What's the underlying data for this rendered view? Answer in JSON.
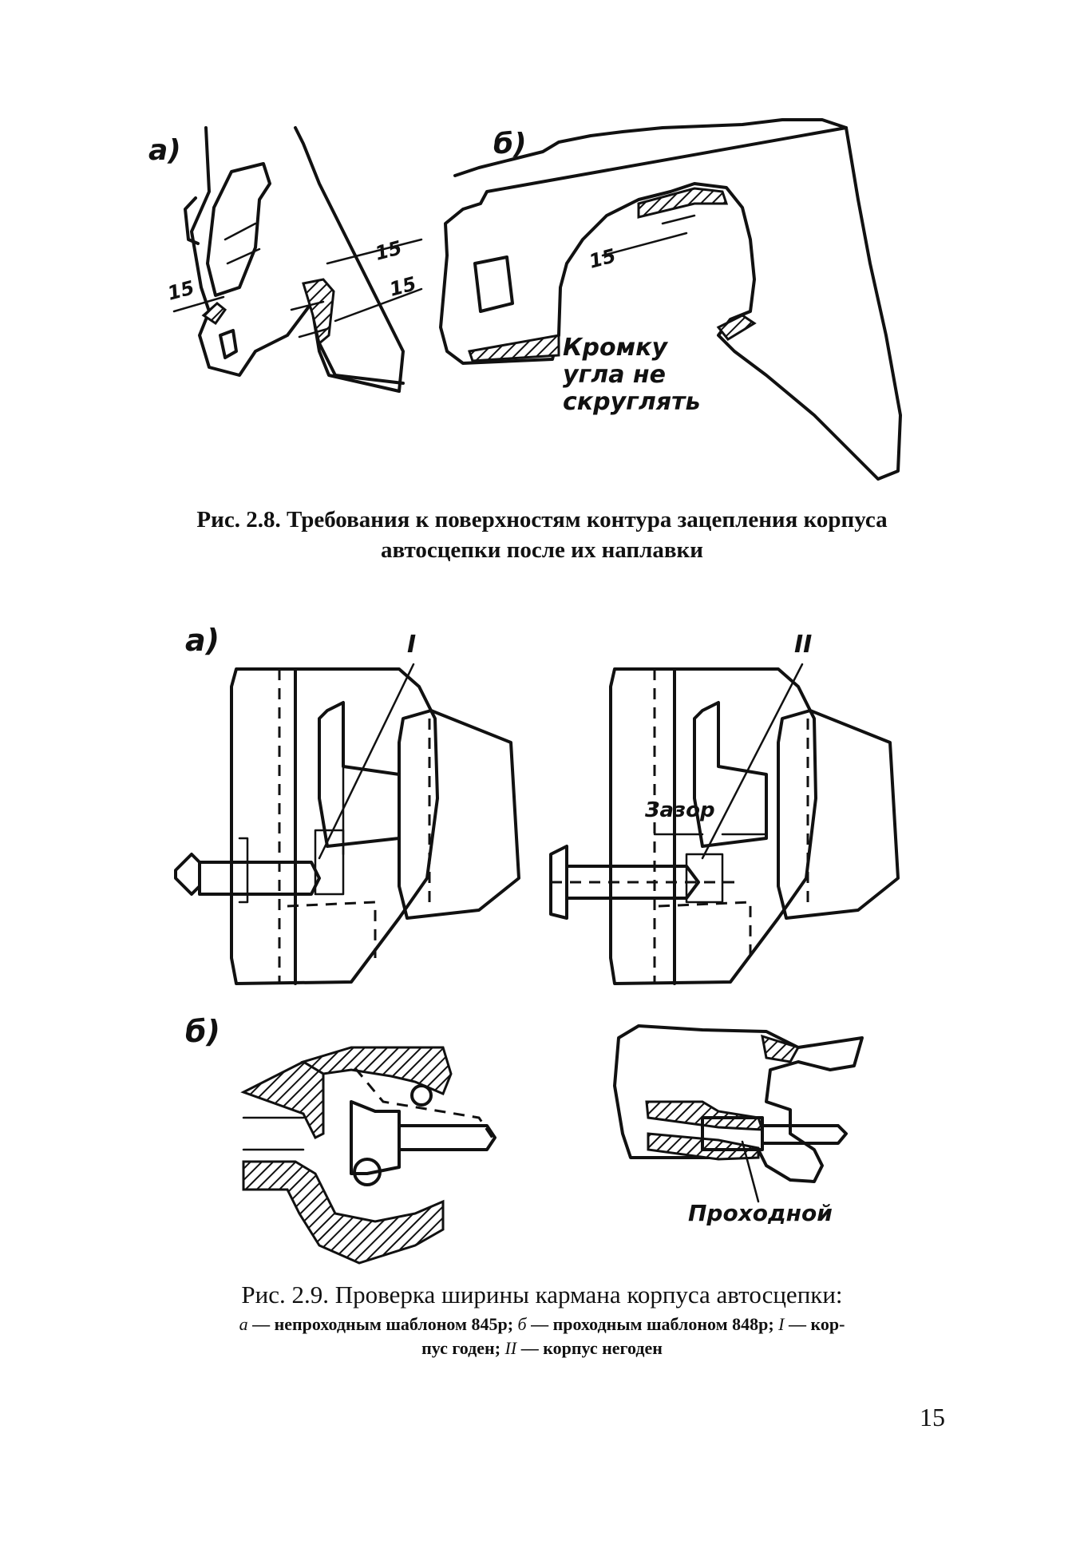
{
  "figure_2_8": {
    "panel_a_label": "a)",
    "panel_b_label": "б)",
    "dim_a_1": "15",
    "dim_a_2": "15",
    "dim_a_3": "15",
    "dim_b_1": "15",
    "note_line1": "Кромку",
    "note_line2": "угла не",
    "note_line3": "скруглять",
    "caption_line1": "Рис. 2.8. Требования к поверхностям контура зацепления корпуса",
    "caption_line2": "автосцепки после их наплавки"
  },
  "figure_2_9": {
    "panel_a_label": "a)",
    "panel_b_label": "б)",
    "marker_left": "I",
    "marker_right": "II",
    "gap_label": "Зазор",
    "pass_label": "Проходной",
    "caption_title": "Рис. 2.9. Проверка ширины кармана корпуса автосцепки:",
    "caption_a_letter": "а",
    "caption_a_text": " — непроходным шаблоном 845р; ",
    "caption_b_letter": "б",
    "caption_b_text": " — проходным шаблоном 848р; ",
    "caption_I_letter": "I",
    "caption_I_text": " — кор-",
    "caption_line3_start": "пус годен; ",
    "caption_II_letter": "II",
    "caption_II_text": " — корпус негоден"
  },
  "page_number": "15"
}
